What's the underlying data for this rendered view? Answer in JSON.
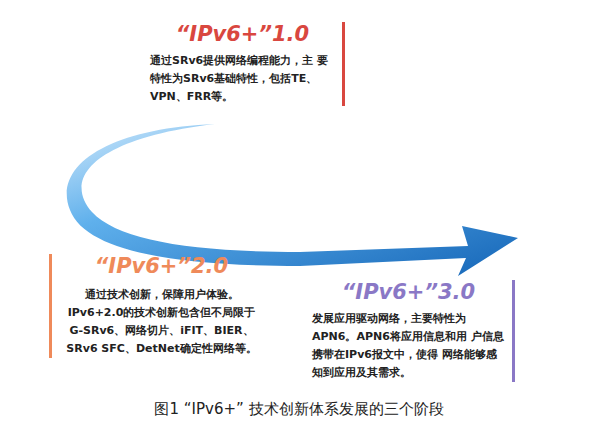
{
  "diagram": {
    "caption": "图1 “IPv6+” 技术创新体系发展的三个阶段",
    "nodes": [
      {
        "text": [
          "“IPv6+”1.0",
          "通过SRv6提供网络编程能力，主 要特性为SRv6基础特性，包括TE、 VPN、FRR等。"
        ]
      },
      {
        "text": [
          "“IPv6+”2.0",
          "通过技术创新，保障用户体验。 IPv6+2.0的技术创新包含但不局限于 G-SRv6、网络切片、iFIT、BIER、 SRv6 SFC、DetNet确定性网络等。"
        ]
      },
      {
        "text": [
          "“IPv6+”3.0",
          "发展应用驱动网络，主要特性为 APN6。APN6将应用信息和用 户信息携带在IPv6报文中，使得 网络能够感知到应用及其需求。"
        ]
      }
    ]
  }
}
